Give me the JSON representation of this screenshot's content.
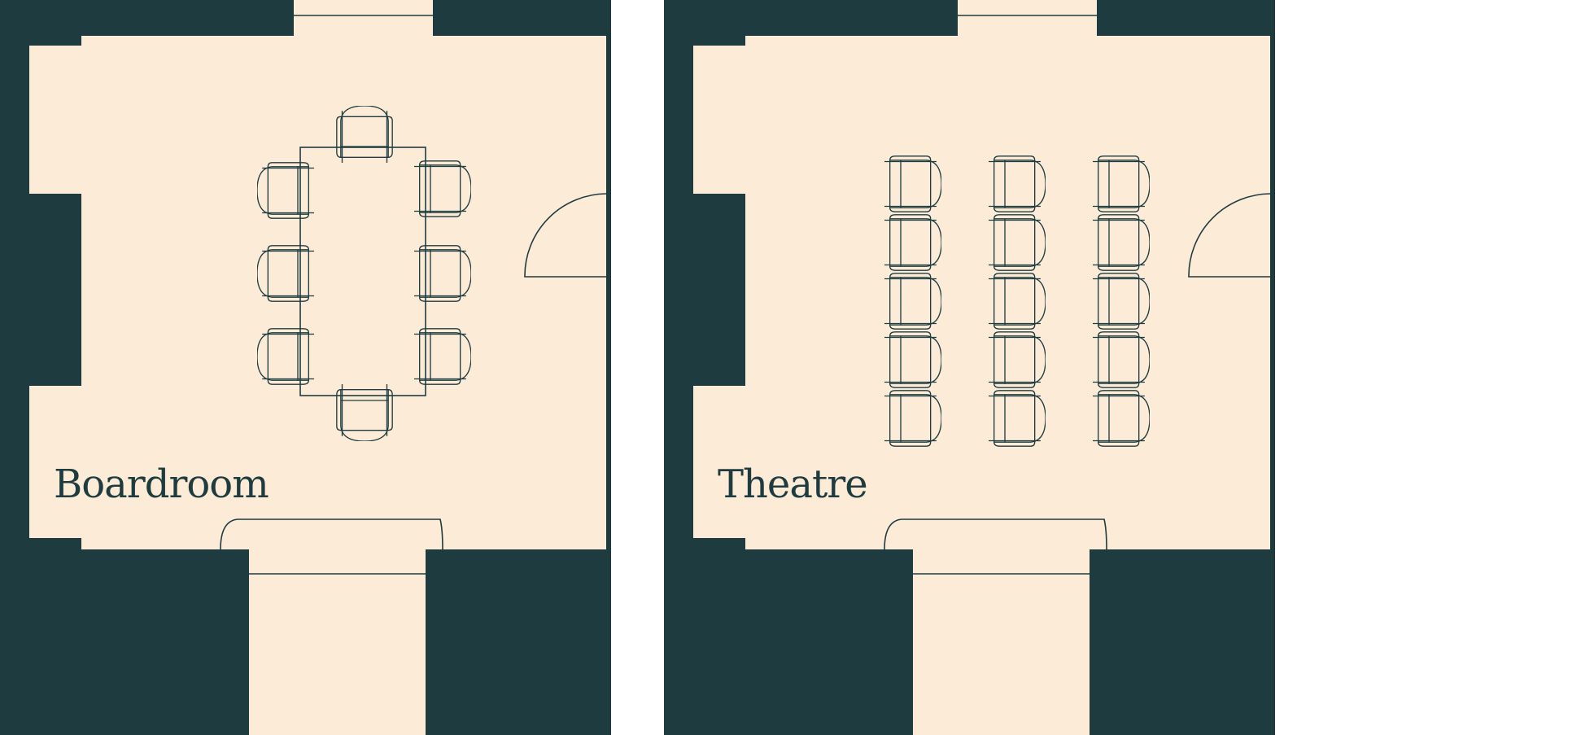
{
  "rooms": [
    {
      "id": "boardroom",
      "label": "Boardroom"
    },
    {
      "id": "theatre",
      "label": "Theatre"
    }
  ],
  "colors": {
    "wall": "#1E3C40",
    "floor": "#FCEBD6",
    "line": "#1E3C40",
    "background": "#FFFFFF"
  },
  "icons": {
    "chair": "chair-icon",
    "table": "table-icon",
    "door": "door-swing-icon",
    "sofa": "sofa-icon",
    "window": "window-icon"
  }
}
